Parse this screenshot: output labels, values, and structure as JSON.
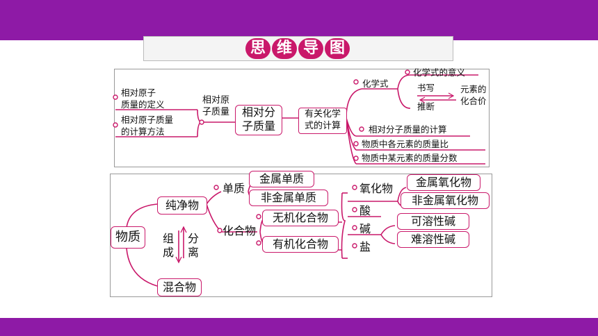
{
  "header": {
    "title_chars": [
      "思",
      "维",
      "导",
      "图"
    ]
  },
  "map1": {
    "left_items": [
      "相对原子\n质量的定义",
      "相对原子质量\n的计算方法"
    ],
    "relative_atomic_mass": "相对原\n子质量",
    "center": "相对分\n子质量",
    "calc_box": "有关化学\n式的计算",
    "formula": "化学式",
    "formula_meaning": "化学式的意义",
    "write": "书写",
    "infer": "推断",
    "valence": "元素的\n化合价",
    "calc_items": [
      "相对分子质量的计算",
      "物质中各元素的质量比",
      "物质中某元素的质量分数"
    ]
  },
  "map2": {
    "substance": "物质",
    "pure": "纯净物",
    "mixture": "混合物",
    "compose": "组\n成",
    "separate": "分\n离",
    "elemental": "单质",
    "metal_elemental": "金属单质",
    "nonmetal_elemental": "非金属单质",
    "compound": "化合物",
    "inorganic": "无机化合物",
    "organic": "有机化合物",
    "oxide": "氧化物",
    "acid": "酸",
    "base": "碱",
    "salt": "盐",
    "metal_oxide": "金属氧化物",
    "nonmetal_oxide": "非金属氧化物",
    "soluble_base": "可溶性碱",
    "insoluble_base": "难溶性碱"
  },
  "colors": {
    "accent": "#c9186a",
    "brand": "#8e1aa6"
  }
}
